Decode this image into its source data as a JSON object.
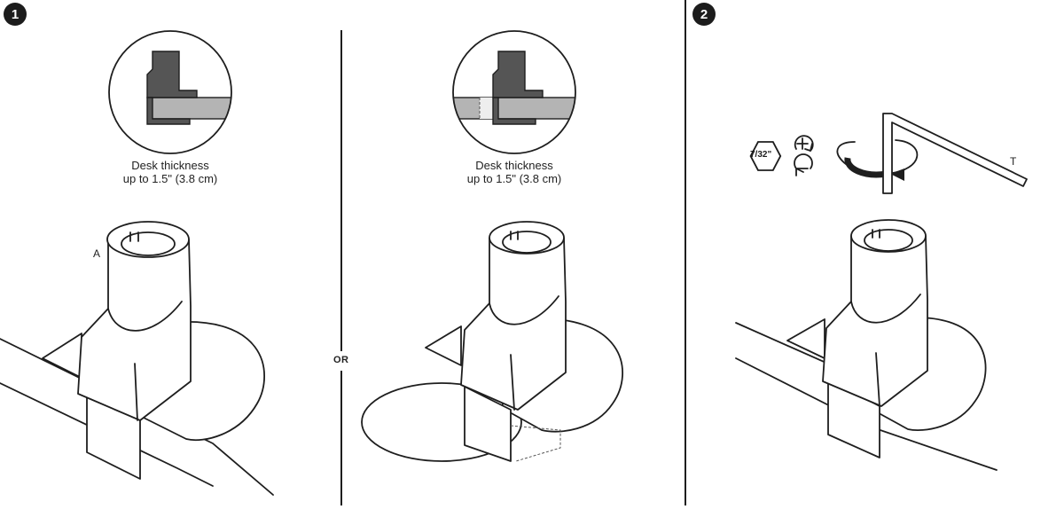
{
  "steps": [
    {
      "number": "1"
    },
    {
      "number": "2"
    }
  ],
  "panel_1": {
    "caption_line1": "Desk thickness",
    "caption_line2": "up to 1.5\" (3.8 cm)",
    "part_label": "A"
  },
  "panel_2": {
    "caption_line1": "Desk thickness",
    "caption_line2": "up to 1.5\" (3.8 cm)"
  },
  "separator_label": "OR",
  "panel_3": {
    "hex_size_label": "7/32\"",
    "tool_label": "T",
    "tighten_icon": "plus-rotate-icon",
    "loosen_icon": "minus-rotate-icon"
  },
  "colors": {
    "line": "#1e1e1e",
    "desk_fill": "#b4b4b4",
    "clamp_fill": "#555555"
  }
}
